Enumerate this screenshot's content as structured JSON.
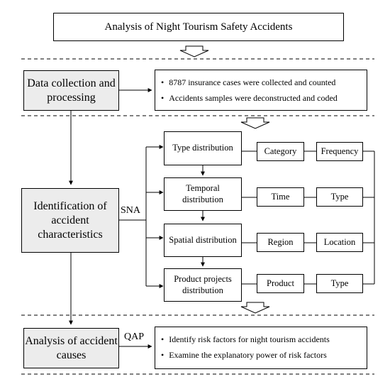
{
  "title": "Analysis of Night Tourism Safety Accidents",
  "left_boxes": {
    "collection": "Data collection and processing",
    "identification": "Identification of accident characteristics",
    "causes": "Analysis of accident causes"
  },
  "collection_points": [
    "8787 insurance cases were collected and counted",
    "Accidents samples were deconstructed and coded"
  ],
  "causes_points": [
    "Identify risk factors for night tourism accidents",
    "Examine the explanatory power of risk factors"
  ],
  "method_labels": {
    "sna": "SNA",
    "qap": "QAP"
  },
  "distributions": [
    {
      "name": "Type distribution",
      "attr1": "Category",
      "attr2": "Frequency"
    },
    {
      "name": "Temporal distribution",
      "attr1": "Time",
      "attr2": "Type"
    },
    {
      "name": "Spatial distribution",
      "attr1": "Region",
      "attr2": "Location"
    },
    {
      "name": "Product projects distribution",
      "attr1": "Product",
      "attr2": "Type"
    }
  ],
  "colors": {
    "box_fill": "#ececec",
    "stroke": "#000000"
  }
}
